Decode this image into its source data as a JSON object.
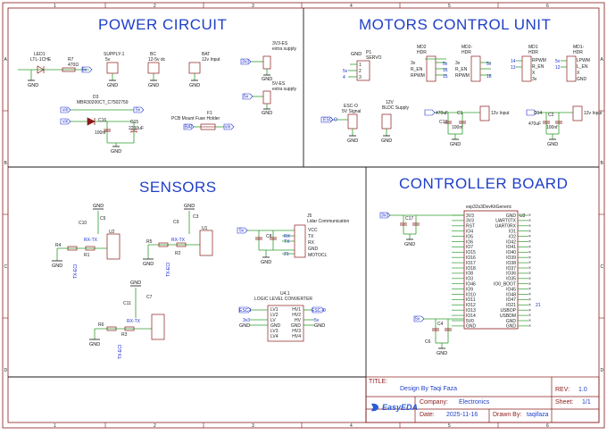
{
  "sections": {
    "power": "POWER CIRCUIT",
    "motors": "MOTORS CONTROL UNIT",
    "sensors": "SENSORS",
    "controller": "CONTROLLER BOARD"
  },
  "border": {
    "cols": [
      "1",
      "2",
      "3",
      "4",
      "5",
      "6"
    ],
    "rows": [
      "A",
      "B",
      "C",
      "D"
    ]
  },
  "power_parts": {
    "led1": "LED1",
    "led1_val": "LTL-1CHE",
    "r7": "R7",
    "r7_val": "470Ω",
    "supply1": "SUPPLY-1",
    "supply1_val": "5v",
    "bc": "BC",
    "bc_val": "12-5v dc",
    "bat": "BAT",
    "bat_val": "12v Input",
    "v33es": "3V3-ES",
    "v33es_val": "extra supply",
    "v5es": "5V-ES",
    "v5es_val": "extra supply",
    "d3": "D3",
    "d3_val": "MBR30200CT_C7502759",
    "c16": "C16",
    "c16_val": "100nf",
    "c15": "C15",
    "c15_val": "2200uF",
    "f1": "F1",
    "f1_val": "PCB Mount Fuse Holder"
  },
  "motor_parts": {
    "p1": "P1",
    "p1_val": "SERVO",
    "md2": "MD2",
    "md2_val": "HDR",
    "md2b": "MD2-",
    "md2b_val": "HDR",
    "md1": "MD1",
    "md1_val": "HDR",
    "md1b": "MD1-",
    "md1b_val": "HDR",
    "esco": "ESC-O",
    "esco_val": "5V Signal",
    "bldc": "12V",
    "bldc_val": "BLDC Supply",
    "c13": "C13",
    "c13_val": "100nf",
    "c1": "C1",
    "c1_val": "470uF",
    "c14": "C14",
    "c14_val": "470uF",
    "c2": "C2",
    "c2_val": "100nf",
    "in12a": "12v Input",
    "in12b": "12v Input"
  },
  "sensor_parts": {
    "c10": "C10",
    "c5": "C5",
    "c9": "C9",
    "c3": "C3",
    "c8": "C8",
    "c11": "C11",
    "c7": "C7",
    "r4": "R4",
    "r1": "R1",
    "r5": "R5",
    "r2": "R2",
    "r6": "R6",
    "r3": "R3",
    "u2": "U2",
    "u1": "U1",
    "j5": "J5",
    "j5_val": "Lidar Communication",
    "j5_pins": [
      "VCC",
      "TX",
      "RX",
      "GND",
      "MOTOCL"
    ],
    "u4": "U4.1",
    "u4_val": "LOGIC LEVEL CONVERTER",
    "u4_left": [
      "LV1",
      "LV2",
      "LV",
      "GND",
      "LV3",
      "LV4"
    ],
    "u4_right": [
      "HV1",
      "HV2",
      "HV",
      "GND",
      "HV3",
      "HV4"
    ],
    "esc_i": "ESC-I",
    "esc_o": "ESC-O",
    "net_tx": "TX-ECI",
    "net_rx": "RX-TX"
  },
  "controller_parts": {
    "u3": "U3",
    "u3_val": "esp32s3DevKitGeneric",
    "c17": "C17",
    "c4": "C4",
    "c6": "C6",
    "left_pins": [
      "3V3",
      "3V3",
      "RST",
      "IO4",
      "IO5",
      "IO6",
      "IO7",
      "IO15",
      "IO16",
      "IO17",
      "IO18",
      "IO8",
      "IO3",
      "IO46",
      "IO9",
      "IO10",
      "IO11",
      "IO12",
      "IO13",
      "IO14",
      "5V0",
      "GND"
    ],
    "right_pins": [
      "GND",
      "UART0TX",
      "UART0RX",
      "IO1",
      "IO2",
      "IO42",
      "IO41",
      "IO40",
      "IO39",
      "IO38",
      "IO37",
      "IO36",
      "IO35",
      "IO0_BOOT",
      "IO45",
      "IO48",
      "IO47",
      "IO21",
      "USBOP",
      "USBDM",
      "GND",
      "GND"
    ],
    "net_21": "21"
  },
  "titleblock": {
    "title_key": "TITLE:",
    "title_val": "Design By Taqi Faza",
    "rev_key": "REV:",
    "rev_val": "1.0",
    "company_key": "Company:",
    "company_val": "Electronics",
    "sheet_key": "Sheet:",
    "sheet_val": "1/1",
    "date_key": "Date:",
    "date_val": "2025-11-16",
    "drawn_key": "Drawn By:",
    "drawn_val": "taqifaza",
    "brand": "EasyEDA"
  },
  "colors": {
    "wire": "#2f9b2f",
    "part": "#8b1a1a",
    "title": "#1f3fc8",
    "net": "#1a2ad0"
  }
}
